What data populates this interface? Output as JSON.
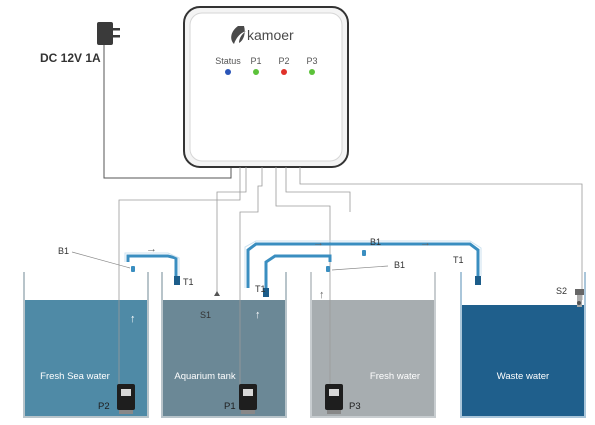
{
  "power": {
    "label": "DC 12V 1A"
  },
  "controller": {
    "brand": "kamoer",
    "leds": [
      {
        "label": "Status",
        "color": "#2a55b8"
      },
      {
        "label": "P1",
        "color": "#5cc23a"
      },
      {
        "label": "P2",
        "color": "#e0312a"
      },
      {
        "label": "P3",
        "color": "#5cc23a"
      }
    ]
  },
  "tanks": {
    "fresh_sea": {
      "label": "Fresh Sea water",
      "water_color": "#4f8aa6"
    },
    "aquarium": {
      "label": "Aquarium tank",
      "water_color": "#6b8896"
    },
    "fresh": {
      "label": "Fresh water",
      "water_color": "#a7adb0"
    },
    "waste": {
      "label": "Waste water",
      "water_color": "#1f5f8c"
    }
  },
  "pumps": {
    "p1": "P1",
    "p2": "P2",
    "p3": "P3"
  },
  "labels": {
    "b1": "B1",
    "t1": "T1",
    "s1": "S1",
    "s2": "S2"
  },
  "arrows": {
    "right": "→",
    "up": "↑"
  }
}
